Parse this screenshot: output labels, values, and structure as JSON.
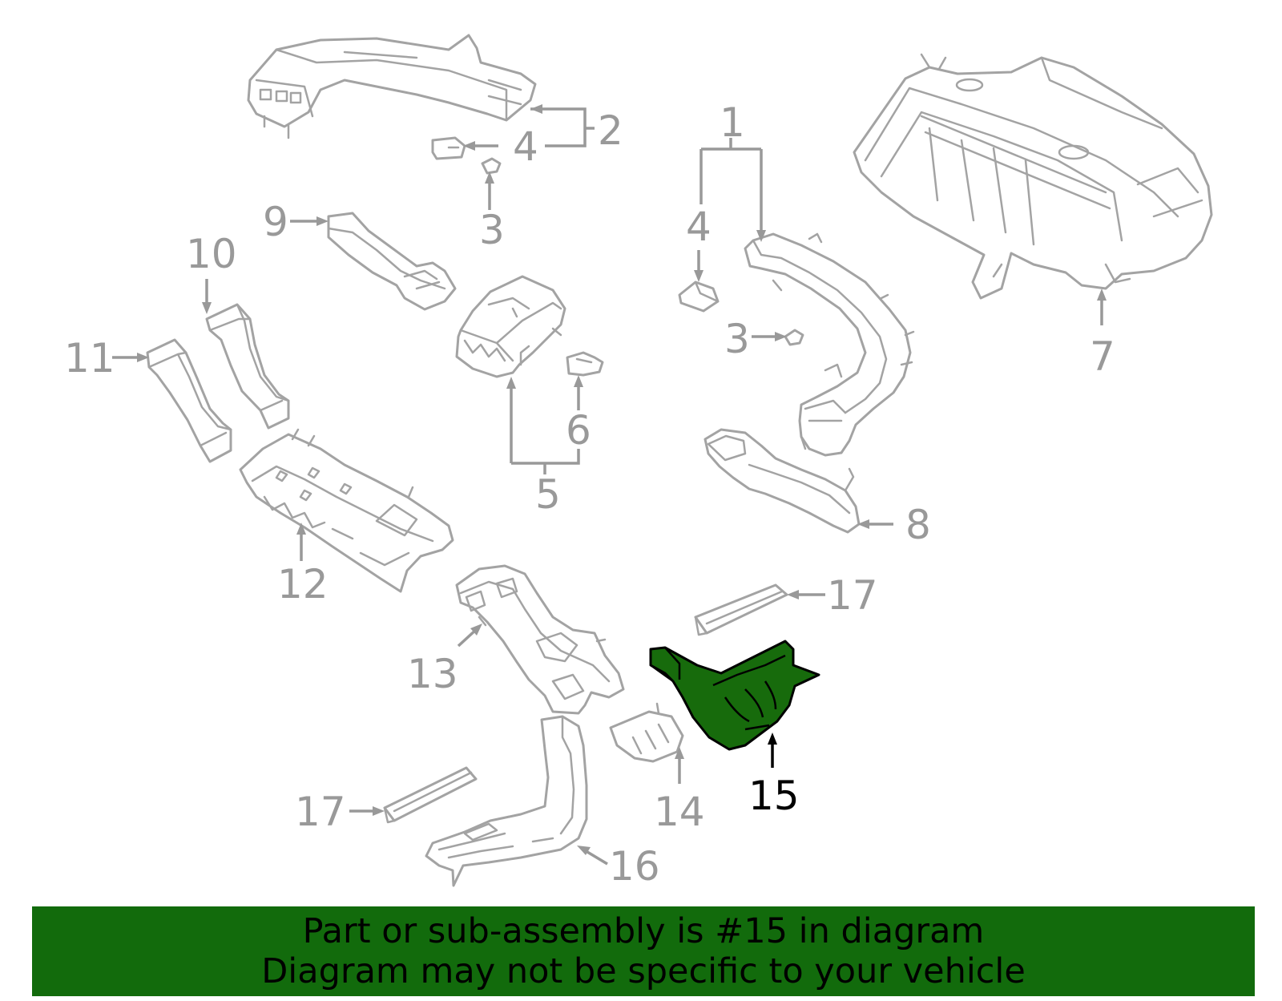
{
  "callouts": [
    {
      "id": "1",
      "label": "1"
    },
    {
      "id": "2",
      "label": "2"
    },
    {
      "id": "3a",
      "label": "3"
    },
    {
      "id": "3b",
      "label": "3"
    },
    {
      "id": "4a",
      "label": "4"
    },
    {
      "id": "4b",
      "label": "4"
    },
    {
      "id": "5",
      "label": "5"
    },
    {
      "id": "6",
      "label": "6"
    },
    {
      "id": "7",
      "label": "7"
    },
    {
      "id": "8",
      "label": "8"
    },
    {
      "id": "9",
      "label": "9"
    },
    {
      "id": "10",
      "label": "10"
    },
    {
      "id": "11",
      "label": "11"
    },
    {
      "id": "12",
      "label": "12"
    },
    {
      "id": "13",
      "label": "13"
    },
    {
      "id": "14",
      "label": "14"
    },
    {
      "id": "15",
      "label": "15"
    },
    {
      "id": "16",
      "label": "16"
    },
    {
      "id": "17a",
      "label": "17"
    },
    {
      "id": "17b",
      "label": "17"
    }
  ],
  "highlighted_part": "15",
  "banner": {
    "line1": "Part or sub-assembly is #15 in diagram",
    "line2": "Diagram may not be specific to your vehicle"
  },
  "colors": {
    "highlight_fill": "#176b0c",
    "banner_background": "#126b0c",
    "line_art": "#a3a3a3",
    "callout_text": "#999999"
  }
}
